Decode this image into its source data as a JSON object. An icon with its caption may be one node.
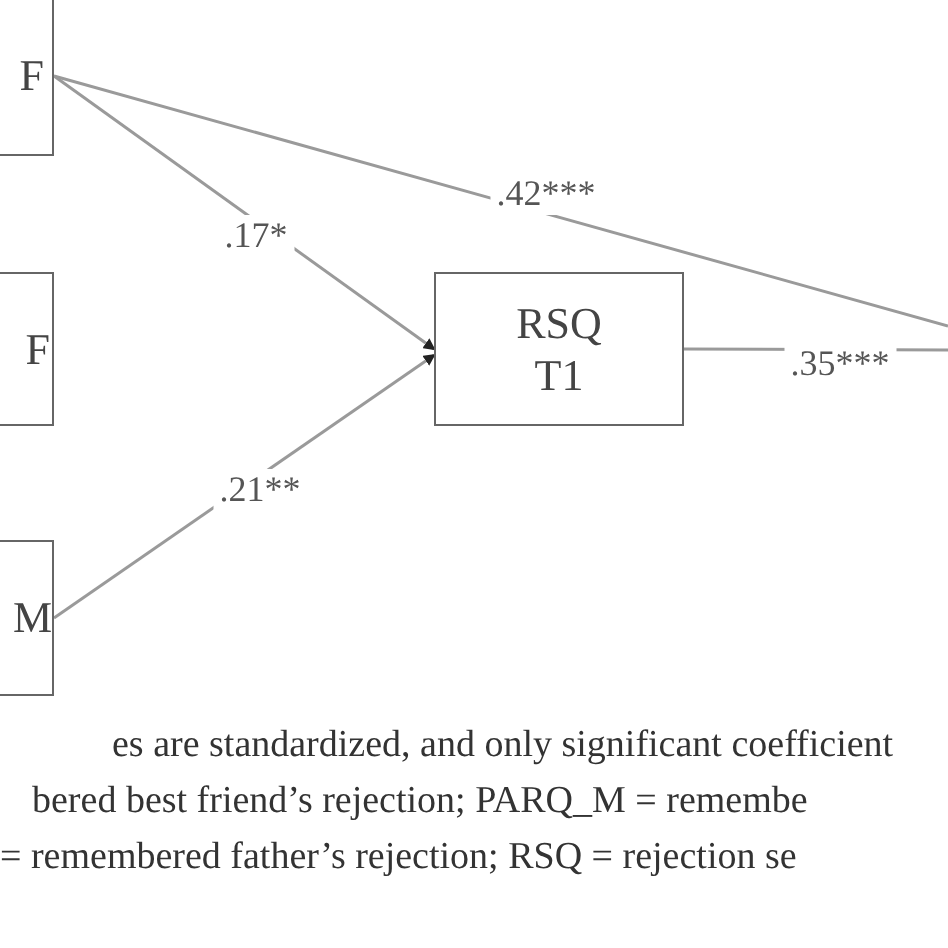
{
  "diagram": {
    "nodes": [
      {
        "text": [
          "F"
        ]
      },
      {
        "text": [
          "F"
        ]
      },
      {
        "text": [
          "M"
        ]
      },
      {
        "text": [
          "RSQ T1"
        ]
      }
    ],
    "edges": [
      {
        "from": 0,
        "to": 3,
        "arrow": "to",
        "label": ".17*"
      },
      {
        "from": 2,
        "to": 3,
        "arrow": "to",
        "label": ".21**"
      },
      {
        "from": 0,
        "to": null,
        "arrow": "none",
        "label": ".42***"
      },
      {
        "from": 3,
        "to": null,
        "arrow": "none",
        "label": ".35***"
      }
    ],
    "labels": [
      "es are standardized, and only significant coefficient",
      "bered best friend’s rejection; PARQ_M = remembe",
      "= remembered father’s rejection; RSQ = rejection se"
    ]
  }
}
